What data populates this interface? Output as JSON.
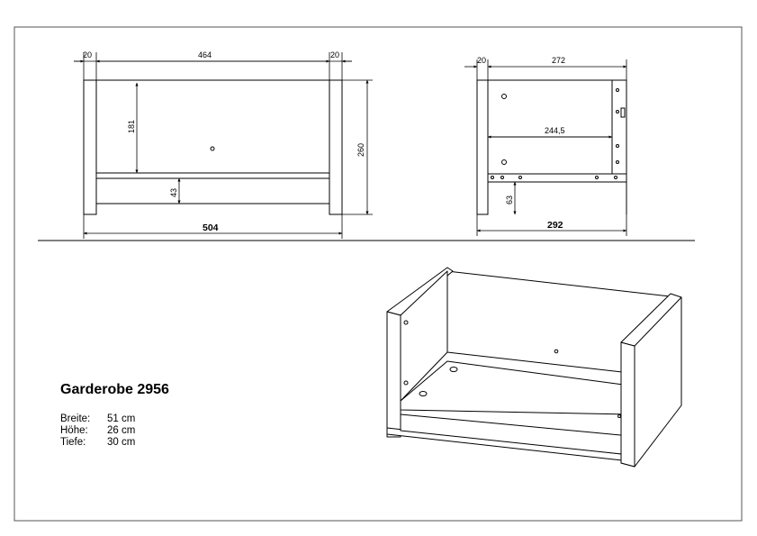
{
  "product": {
    "title": "Garderobe 2956",
    "specs": [
      {
        "label": "Breite:",
        "value": "51 cm"
      },
      {
        "label": "Höhe:",
        "value": "26 cm"
      },
      {
        "label": "Tiefe:",
        "value": "30 cm"
      }
    ]
  },
  "front_view": {
    "dims": {
      "left_side": "20",
      "inner_width": "464",
      "right_side": "20",
      "inner_height": "181",
      "shelf_height": "43",
      "total_height": "260",
      "total_width": "504"
    }
  },
  "side_view": {
    "dims": {
      "back_thickness": "20",
      "depth_inner": "272",
      "shelf_depth": "244,5",
      "foot_height": "63",
      "total_depth": "292"
    }
  }
}
